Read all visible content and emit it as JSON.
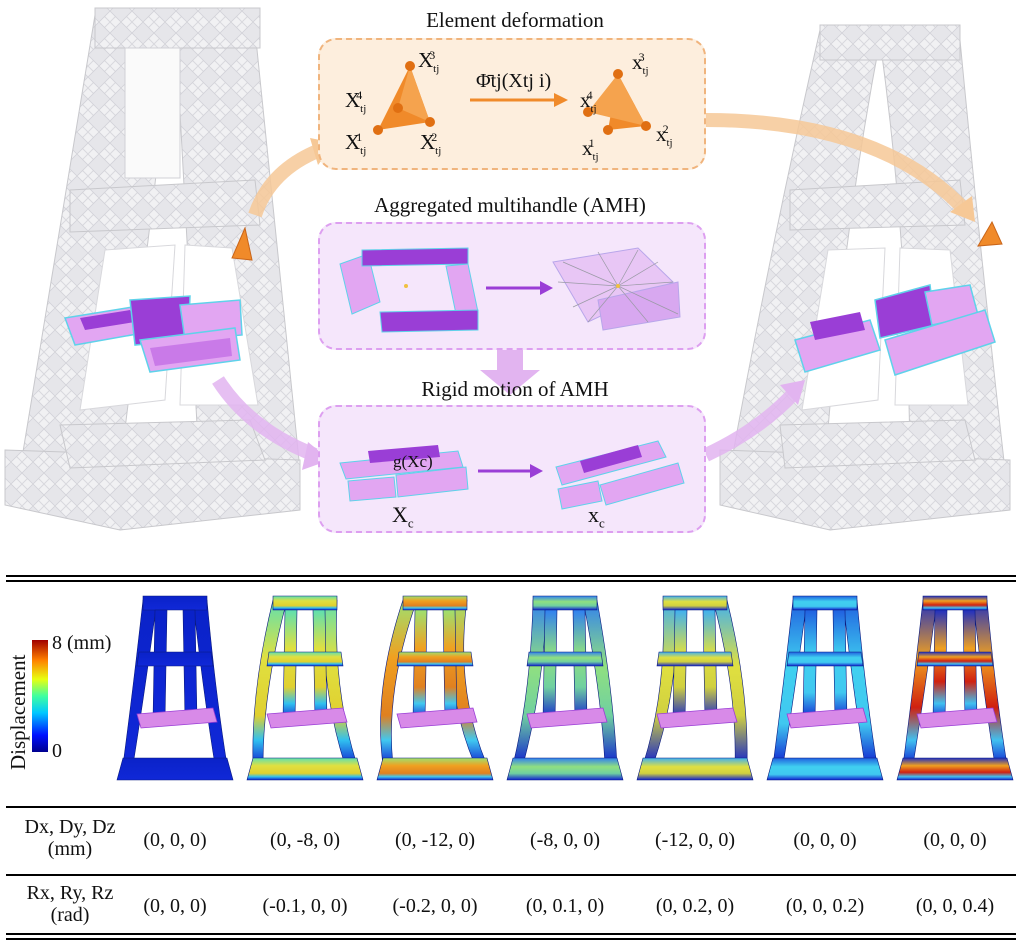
{
  "top": {
    "element_deformation_title": "Element deformation",
    "amh_title": "Aggregated multihandle (AMH)",
    "rigid_title": "Rigid motion of AMH",
    "mapping_label": "Φ̄tj(Xtj i)",
    "rigid_mapping_label": "g(Xc)",
    "ref_vertex_labels": [
      "X",
      "X",
      "X",
      "X"
    ],
    "ref_vertex_sup": [
      "3",
      "4",
      "1",
      "2"
    ],
    "def_vertex_labels": [
      "x",
      "x",
      "x",
      "x"
    ],
    "def_vertex_sup": [
      "3",
      "4",
      "1",
      "2"
    ],
    "vertex_sub": "tj",
    "xc_ref": "X",
    "xc_def": "x",
    "xc_sub": "c"
  },
  "legend": {
    "label": "Displacement",
    "max": "8 (mm)",
    "min": "0"
  },
  "table": {
    "row1_header_line1": "Dx, Dy, Dz",
    "row1_header_line2": "(mm)",
    "row2_header_line1": "Rx, Ry, Rz",
    "row2_header_line2": "(rad)",
    "D_values": [
      "(0, 0, 0)",
      "(0, -8, 0)",
      "(0, -12, 0)",
      "(-8, 0, 0)",
      "(-12, 0, 0)",
      "(0, 0, 0)",
      "(0, 0, 0)"
    ],
    "R_values": [
      "(0, 0, 0)",
      "(-0.1, 0, 0)",
      "(-0.2, 0, 0)",
      "(0, 0.1, 0)",
      "(0, 0.2, 0)",
      "(0, 0, 0.2)",
      "(0, 0, 0.4)"
    ]
  },
  "colors": {
    "orange": "#f08a2a",
    "purple": "#9a3ed6",
    "pink_light": "#e2a6f2",
    "cyan_handle": "#55d6ee"
  }
}
